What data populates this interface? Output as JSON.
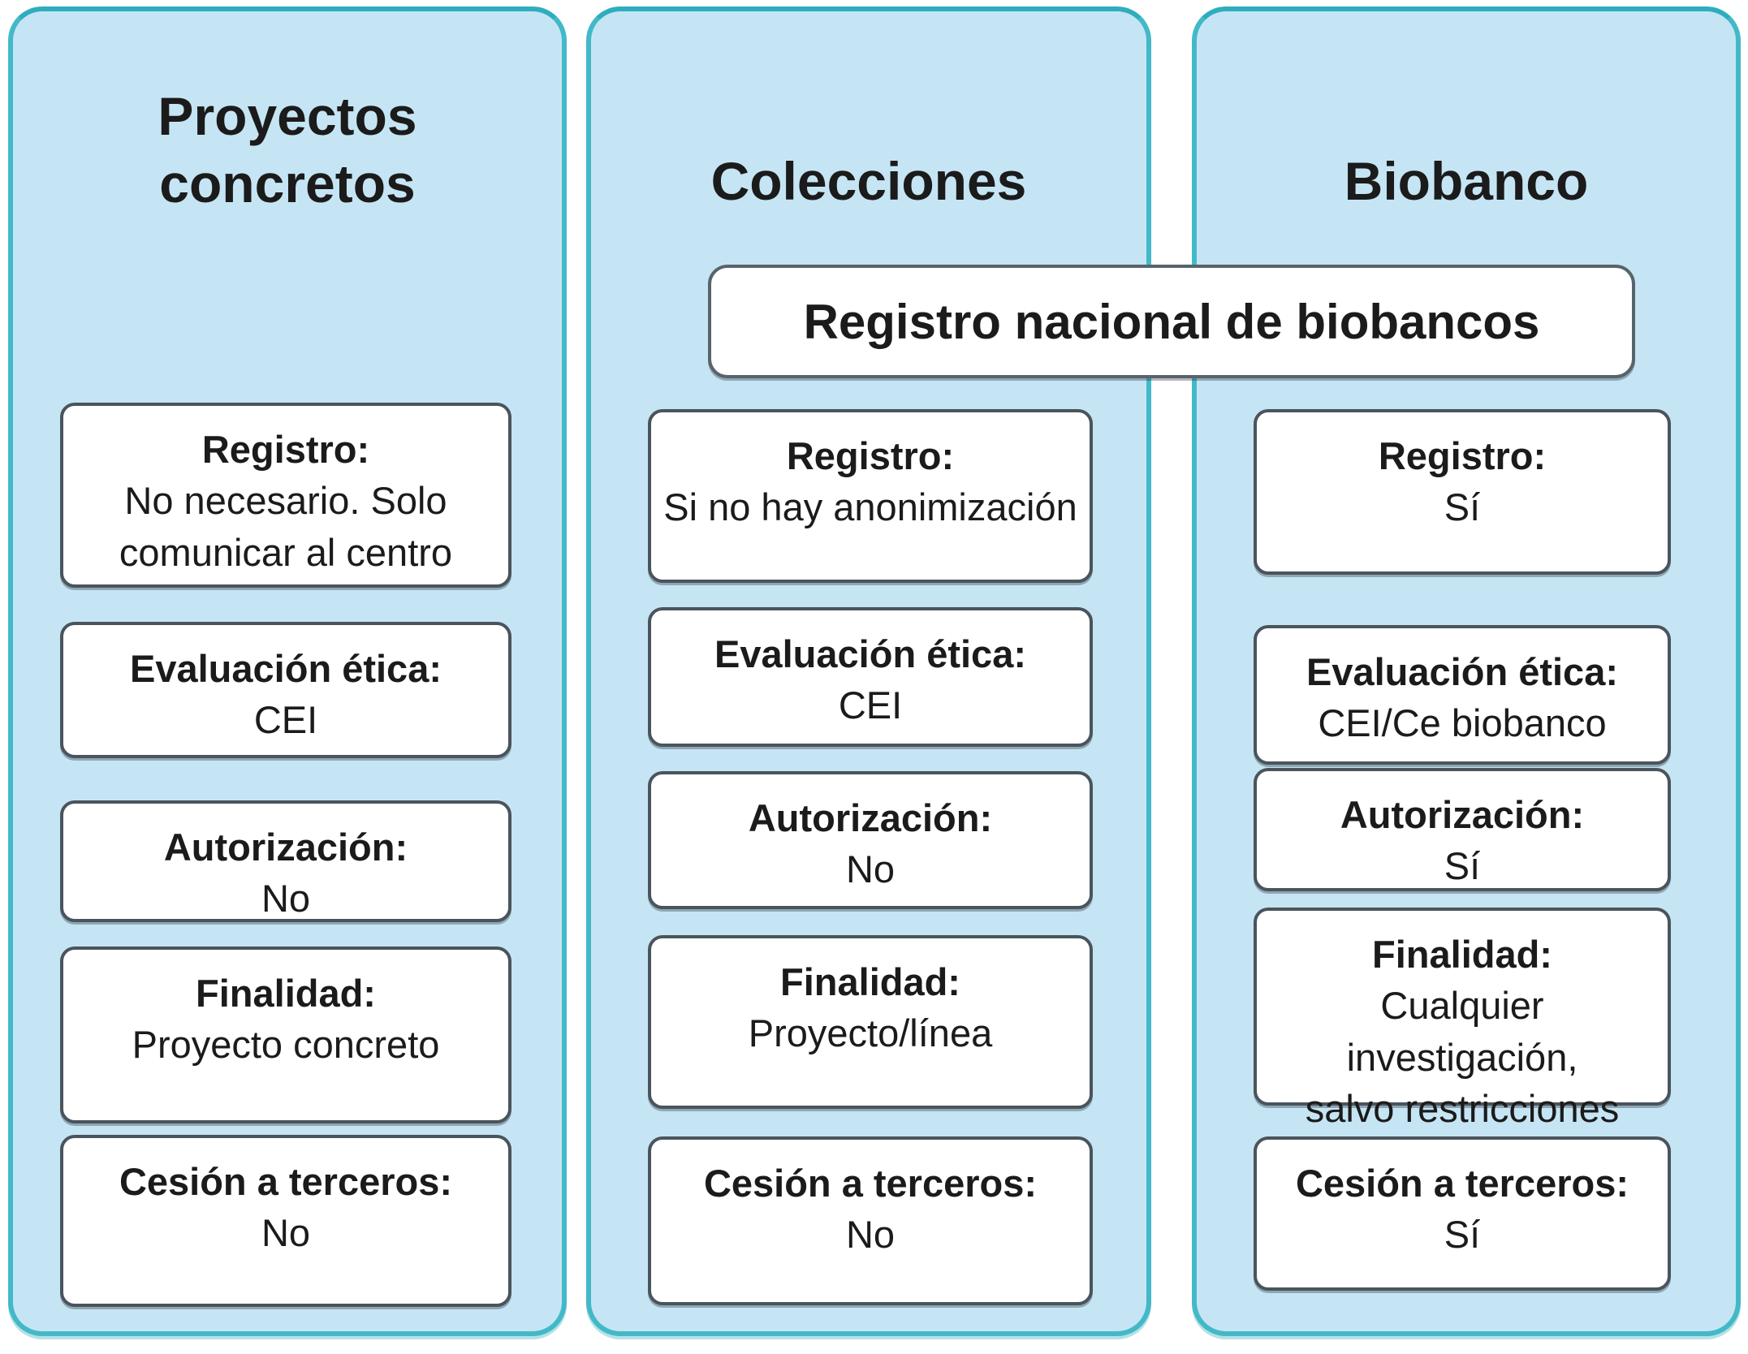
{
  "banner": "Registro nacional de biobancos",
  "columns": [
    {
      "title": "Proyectos concretos",
      "boxes": [
        {
          "label": "Registro:",
          "value": "No necesario. Solo\ncomunicar al centro"
        },
        {
          "label": "Evaluación ética:",
          "value": "CEI"
        },
        {
          "label": "Autorización:",
          "value": "No"
        },
        {
          "label": "Finalidad:",
          "value": "Proyecto concreto"
        },
        {
          "label": "Cesión a terceros:",
          "value": "No"
        }
      ]
    },
    {
      "title": "Colecciones",
      "boxes": [
        {
          "label": "Registro:",
          "value": "Si no hay anonimización"
        },
        {
          "label": "Evaluación ética:",
          "value": "CEI"
        },
        {
          "label": "Autorización:",
          "value": "No"
        },
        {
          "label": "Finalidad:",
          "value": "Proyecto/línea"
        },
        {
          "label": "Cesión a terceros:",
          "value": "No"
        }
      ]
    },
    {
      "title": "Biobanco",
      "boxes": [
        {
          "label": "Registro:",
          "value": "Sí"
        },
        {
          "label": "Evaluación ética:",
          "value": "CEI/Ce biobanco"
        },
        {
          "label": "Autorización:",
          "value": "Sí"
        },
        {
          "label": "Finalidad:",
          "value": "Cualquier investigación,\nsalvo restricciones"
        },
        {
          "label": "Cesión a terceros:",
          "value": "Sí"
        }
      ]
    }
  ],
  "colors": {
    "column_fill": "#c6e5f4",
    "column_border": "#43b9c8",
    "box_fill": "#ffffff",
    "box_border": "#4a545c",
    "text": "#1b1b1b"
  }
}
